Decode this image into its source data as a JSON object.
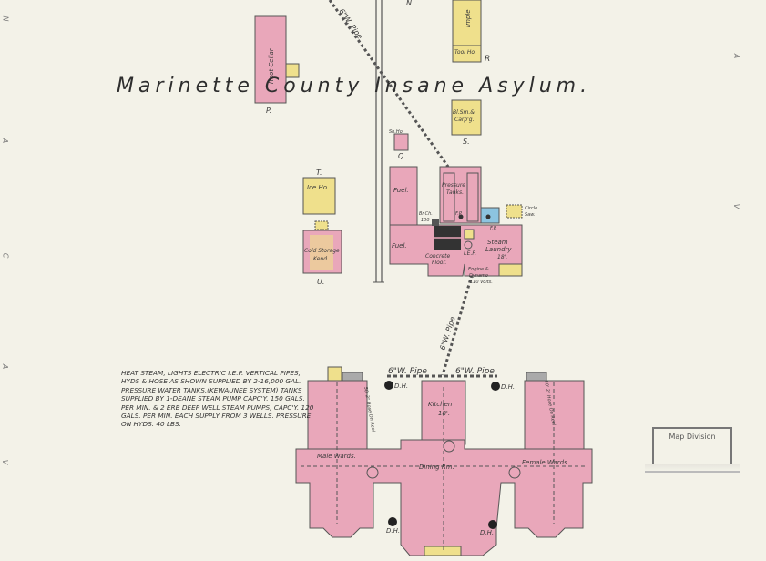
{
  "map": {
    "title": "Marinette County Insane Asylum.",
    "margin_left": [
      "N",
      "A",
      "C",
      "A",
      "V"
    ],
    "margin_right": [
      "A",
      "V"
    ],
    "stamp": "Map Division",
    "colors": {
      "brick": "#e9a7ba",
      "frame": "#efe08c",
      "paper": "#f3f2e8",
      "blue": "#8cc4e0"
    },
    "notes": "Heat Steam, Lights Electric I.E.P. Vertical Pipes, Hyds & Hose As Shown Supplied By 2-16,000 Gal. Pressure Water Tanks.(Kewaunee System) Tanks Supplied By 1-Deane Steam Pump Capc'y. 150 Gals. Per Min. & 2 Erb Deep Well Steam Pumps, Capc'y. 120 Gals. Per Min. Each Supply From 3 Wells. Pressure On Hyds. 40 Lbs.",
    "pipes": {
      "pipe_a": "6\"W. Pipe",
      "pipe_b": "6\"W. Pipe",
      "pipe_c": "6\"W. Pipe",
      "pipe_d": "6\"W. Pipe"
    },
    "buildings": {
      "root_cellar": "Root Cellar",
      "p": "P.",
      "implements": "Imple",
      "tool_ho": "Tool Ho.",
      "r": "R",
      "n": "N.",
      "bl_sm": "Bl.Sm.&",
      "carpg": "Carp'g.",
      "s": "S.",
      "sh_ho": "Sh.Ho.",
      "q": "Q.",
      "ice_ho": "Ice Ho.",
      "t": "T.",
      "cold_storage": "Cold Storage",
      "kend": "Kend.",
      "u": "U.",
      "fuel1": "Fuel.",
      "fuel2": "Fuel.",
      "pressure": "Pressure",
      "tanks": "Tanks.",
      "brch": "Br.Ch.",
      "brch_num": "100",
      "fp1": "F.P.",
      "fp2": "F.P.",
      "steam": "Steam",
      "laundry": "Laundry",
      "laundry_h": "18'.",
      "concrete": "Concrete",
      "floor": "Floor.",
      "iep": "I.E.P.",
      "circle": "Circle",
      "saw": "Saw.",
      "engine": "Engine &",
      "dynamo": "Dynamo",
      "volts": "110 Volts.",
      "kitchen": "Kitchen",
      "kitchen_h": "18'.",
      "male": "Male Wards.",
      "female": "Female Wards.",
      "dining": "Dining Rm.",
      "dh": "D.H.",
      "hose": "50' 2\" Hose On Reel"
    }
  }
}
